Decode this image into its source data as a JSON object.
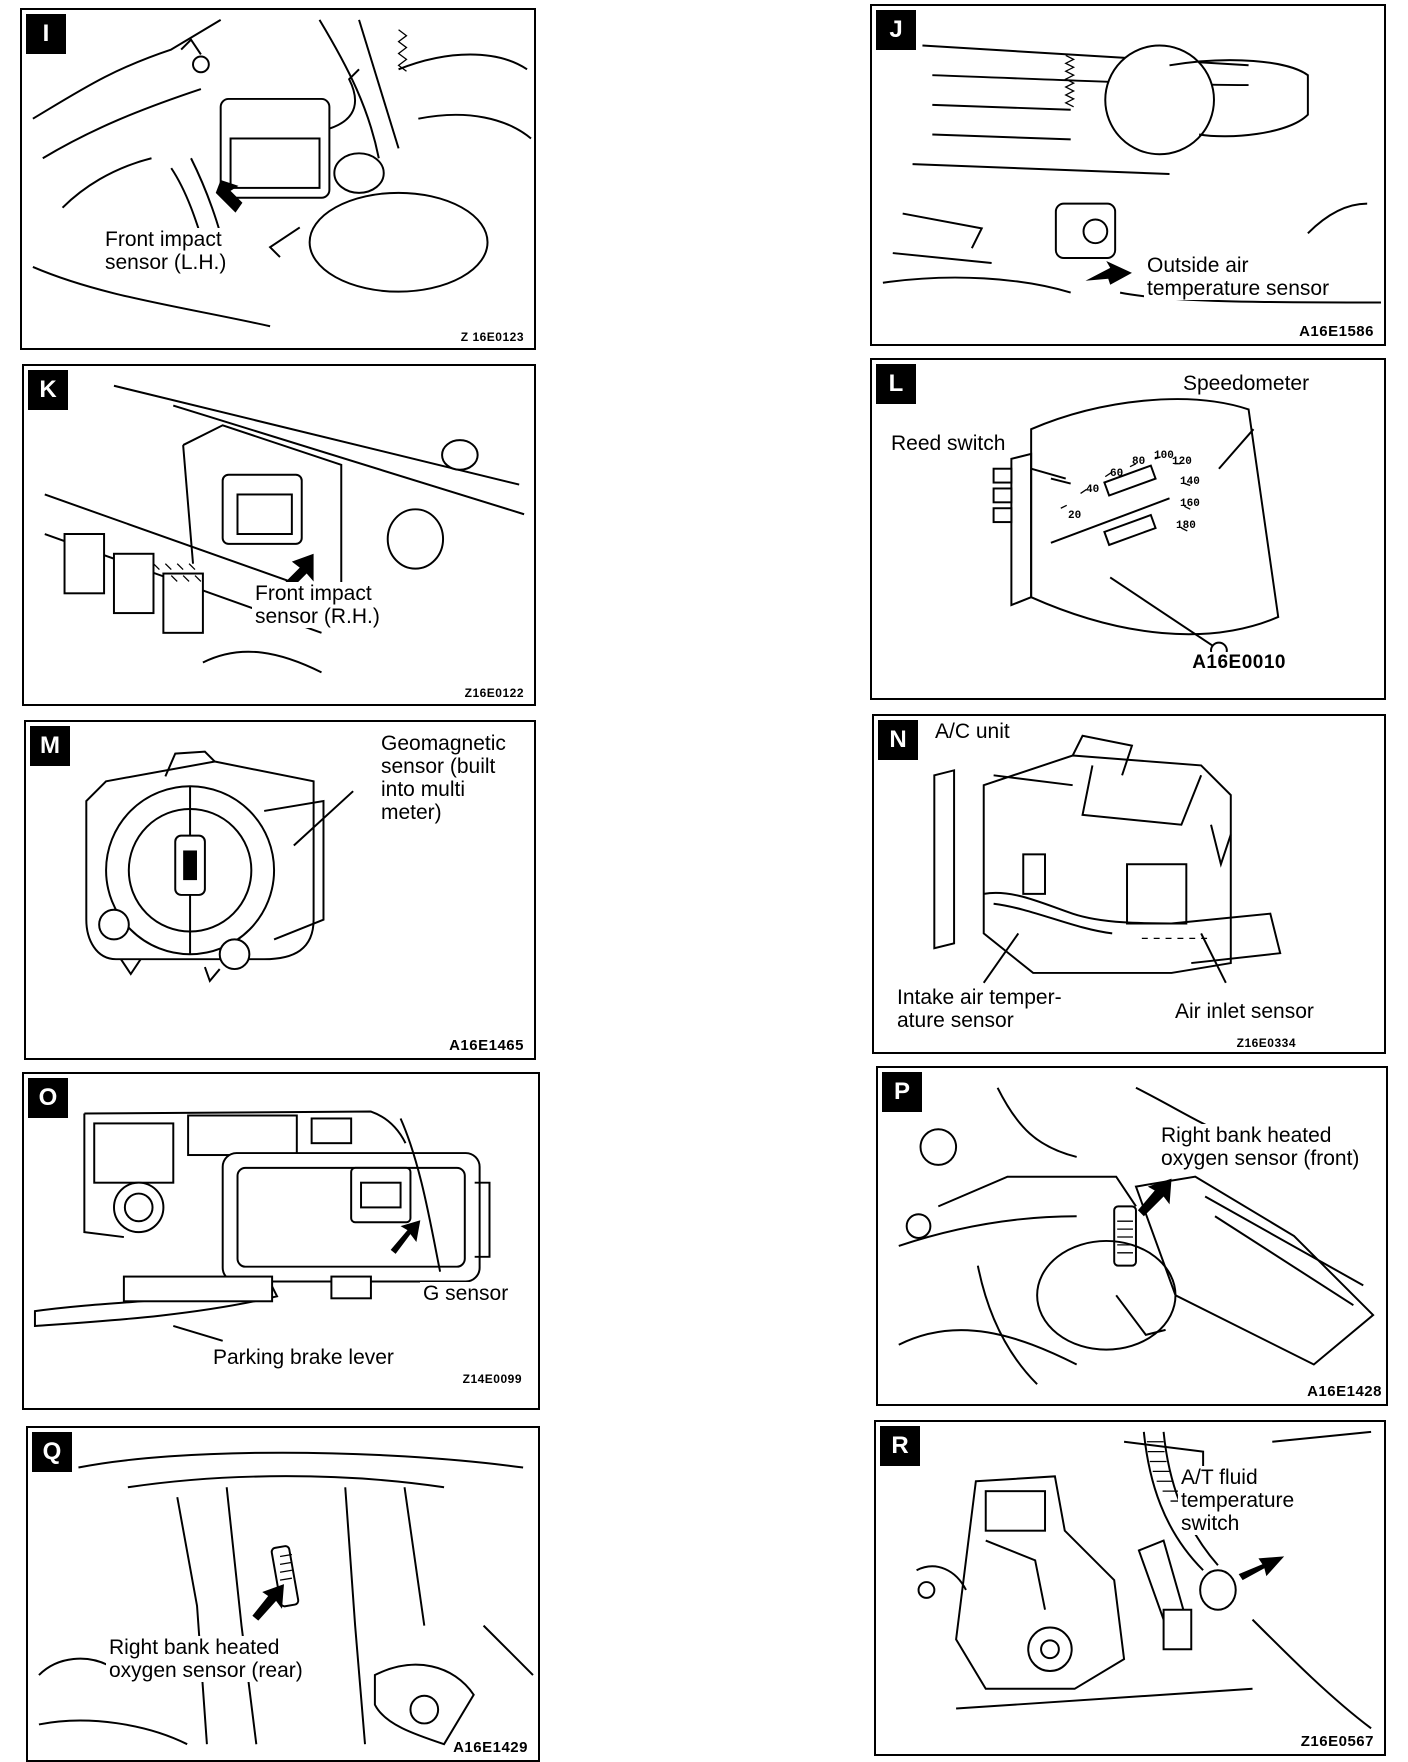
{
  "panels": {
    "I": {
      "letter": "I",
      "label1": "Front  impact",
      "label2": "sensor (L.H.)",
      "code": "Z 16E0123"
    },
    "J": {
      "letter": "J",
      "label1": "Outside air",
      "label2": "temperature sensor",
      "code": "A16E1586"
    },
    "K": {
      "letter": "K",
      "label1": "Front  impact",
      "label2": "sensor (R.H.)",
      "code": "Z16E0122"
    },
    "L": {
      "letter": "L",
      "label_speedometer": "Speedometer",
      "label_reed": "Reed switch",
      "code": "A16E0010",
      "dial_marks": [
        "20",
        "40",
        "60",
        "80",
        "100",
        "120",
        "140",
        "160",
        "180"
      ]
    },
    "M": {
      "letter": "M",
      "label1": "Geomagnetic",
      "label2": "sensor (built",
      "label3": "into multi",
      "label4": "meter)",
      "code": "A16E1465"
    },
    "N": {
      "letter": "N",
      "label_unit": "A/C unit",
      "label_intake1": "Intake air temper-",
      "label_intake2": "ature sensor",
      "label_inlet": "Air inlet sensor",
      "code": "Z16E0334"
    },
    "O": {
      "letter": "O",
      "label_g": "G sensor",
      "label_brake": "Parking brake lever",
      "code": "Z14E0099"
    },
    "P": {
      "letter": "P",
      "label1": "Right bank heated",
      "label2": "oxygen sensor (front)",
      "code": "A16E1428"
    },
    "Q": {
      "letter": "Q",
      "label1": "Right   bank   heated",
      "label2": "oxygen sensor (rear)",
      "code": "A16E1429"
    },
    "R": {
      "letter": "R",
      "label1": "A/T fluid",
      "label2": "temperature",
      "label3": "switch",
      "code": "Z16E0567"
    }
  }
}
